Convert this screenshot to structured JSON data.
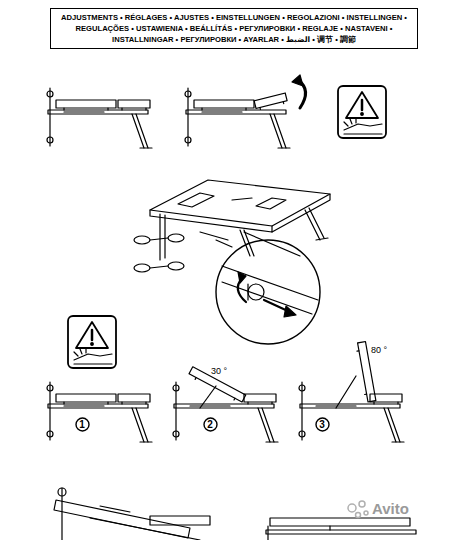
{
  "diagram": {
    "title": "ADJUSTMENTS • RÉGLAGES • AJUSTES • EINSTELLUNGEN • REGOLAZIONI • INSTELLINGEN • REGULAÇÕES • USTAWIENIA • BEÁLLÍTÁS • РЕГУЛИРОВКИ • REGLAJE • NASTAVENI • INSTALLNINGAR • РЕГУЛИРОВКИ • AYARLAR • الضبط • 调节 • 調節",
    "nodes": [
      {
        "text": [
          "1"
        ]
      },
      {
        "text": [
          "2"
        ]
      },
      {
        "text": [
          "3"
        ]
      }
    ],
    "labels": [
      "30 °",
      "80 °",
      "Avito"
    ]
  }
}
